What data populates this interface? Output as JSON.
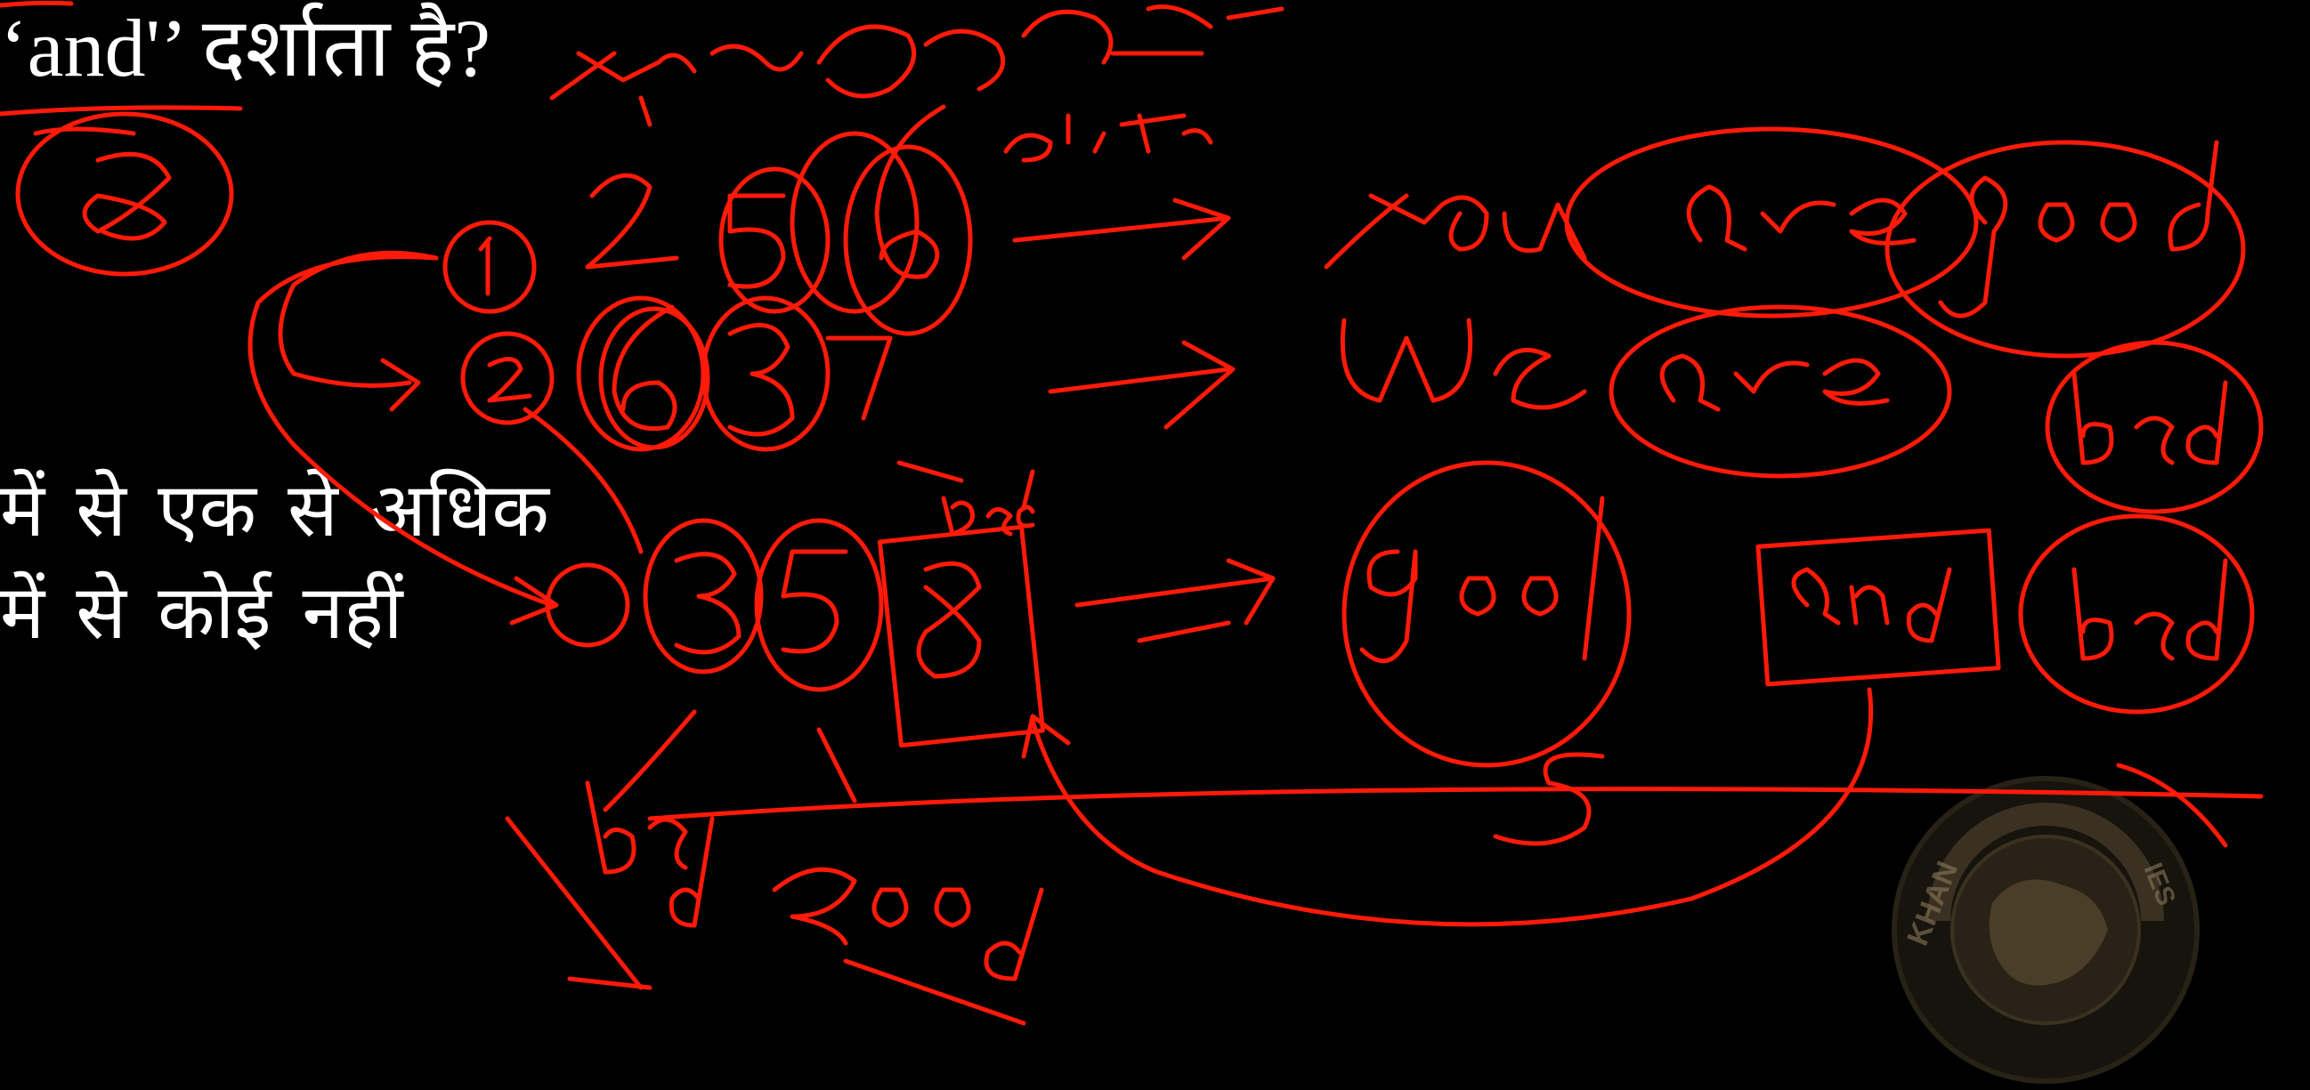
{
  "question": {
    "line_tail": "‘and'’ दर्शाता है?"
  },
  "options": {
    "c": "में से एक से अधिक",
    "d": "में से कोई नहीं"
  },
  "annotation_words": {
    "top_scribble": "you good are",
    "row1": "you are good",
    "row2": "We are bad",
    "row3": "good and bad",
    "bottom": "Bad good"
  },
  "watermark": {
    "brand": "KHAN GLOBAL STUDIES"
  },
  "colors": {
    "background": "#000000",
    "ink": "#ff1a0a",
    "text": "#ffffff",
    "watermark": "#7a6a4a"
  }
}
